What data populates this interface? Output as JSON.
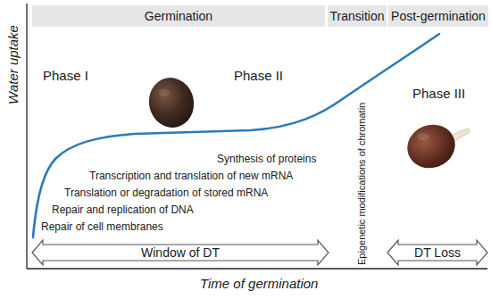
{
  "diagram": {
    "nodes": [
      {
        "text": [
          "Germination"
        ]
      },
      {
        "text": [
          "Transition"
        ]
      },
      {
        "text": [
          "Post-germination"
        ]
      },
      {
        "text": [
          "Window of DT"
        ]
      },
      {
        "text": [
          "DT Loss"
        ]
      }
    ],
    "labels": [
      "Water uptake",
      "Time of germination",
      "Phase I",
      "Phase II",
      "Phase III",
      "Synthesis of proteins",
      "Transcription and translation of new mRNA",
      "Translation or degradation of stored mRNA",
      "Repair and replication of DNA",
      "Repair of cell membranes",
      "Epigenetic modifications of chromatin"
    ]
  }
}
